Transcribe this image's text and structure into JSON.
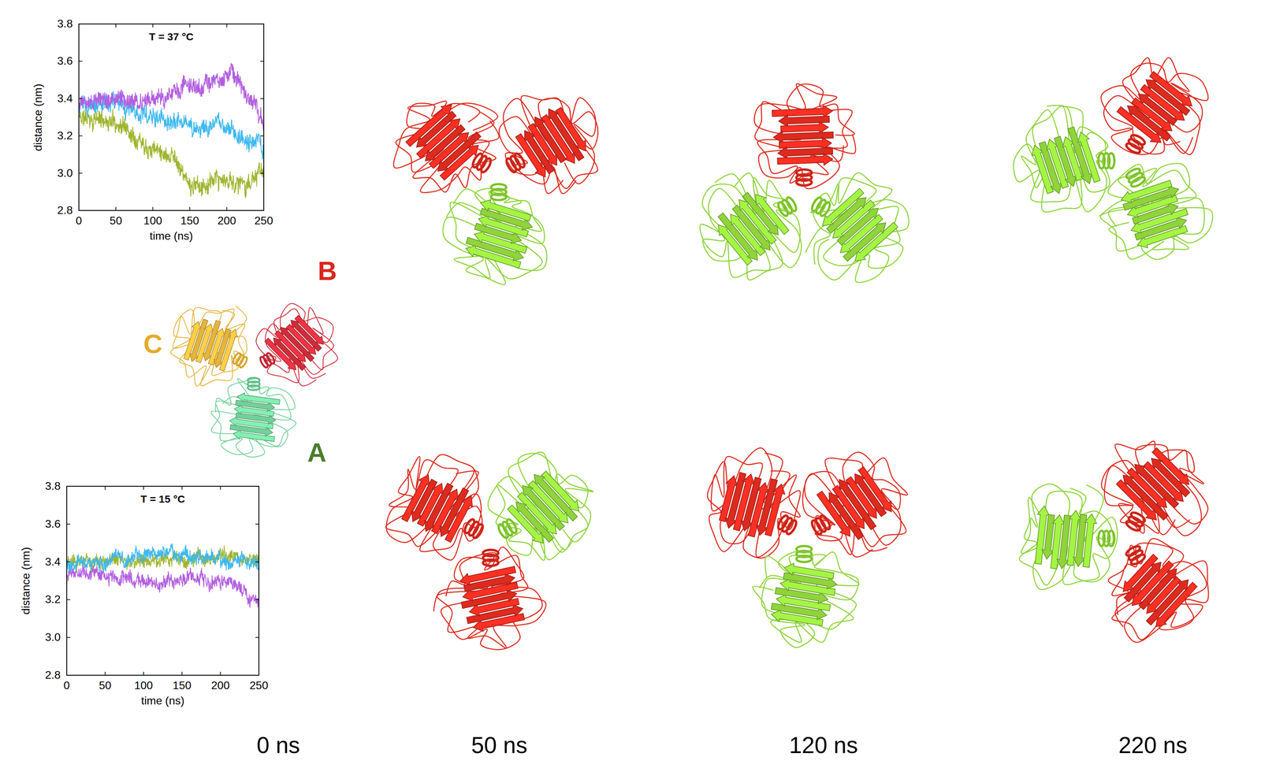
{
  "diagram": {
    "labels": [
      "T = 37 °C",
      "distance (nm)",
      "3.8",
      "3.6",
      "3.4",
      "3.2",
      "3.0",
      "2.8",
      "0",
      "50",
      "100",
      "150",
      "200",
      "250",
      "time (ns)",
      "B",
      "C",
      "A",
      "T = 15 °C",
      "distance (nm)",
      "3.8",
      "3.6",
      "3.4",
      "3.2",
      "3.0",
      "2.8",
      "0",
      "50",
      "100",
      "150",
      "200",
      "250",
      "time (ns)",
      "0 ns",
      "50 ns",
      "120 ns",
      "220 ns"
    ]
  }
}
